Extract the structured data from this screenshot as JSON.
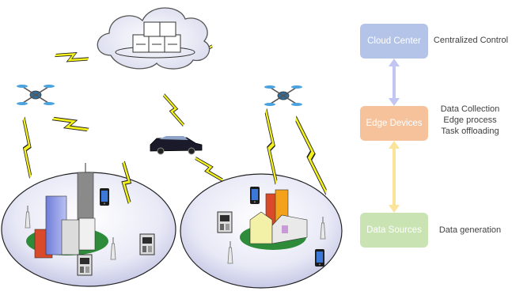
{
  "legend": {
    "cloud": {
      "label": "Cloud Center",
      "note": "Centralized Control",
      "color": "#b4c3e8"
    },
    "edge": {
      "label": "Edge Devices",
      "notes": [
        "Data Collection",
        "Edge process",
        "Task offloading"
      ],
      "color": "#f6c29c"
    },
    "sources": {
      "label": "Data Sources",
      "note": "Data generation",
      "color": "#c9e3b3"
    }
  },
  "arrows": {
    "cloud_edge_color": "#c3c6f2",
    "edge_sources_color": "#fbe39a"
  },
  "icons": [
    "cloud-icon",
    "server-icon",
    "drone-icon",
    "car-icon",
    "city-icon",
    "village-icon",
    "smartphone-icon",
    "atm-icon",
    "antenna-icon",
    "lightning-link-icon"
  ]
}
